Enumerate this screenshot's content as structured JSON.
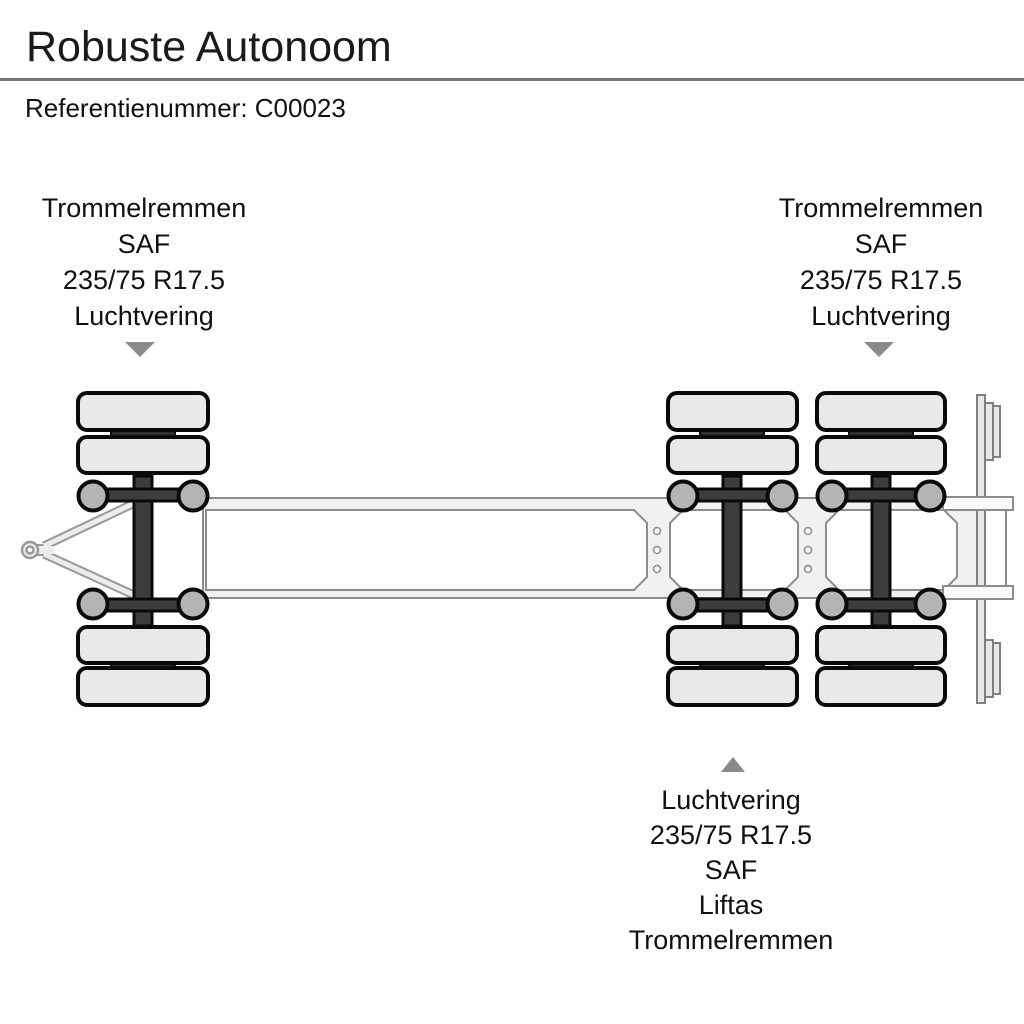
{
  "header": {
    "title": "Robuste Autonoom",
    "reference": "Referentienummer: C00023"
  },
  "annotations": {
    "front_axle": {
      "lines": [
        "Trommelremmen",
        "SAF",
        "235/75 R17.5",
        "Luchtvering"
      ]
    },
    "rear_axle": {
      "lines": [
        "Trommelremmen",
        "SAF",
        "235/75 R17.5",
        "Luchtvering"
      ]
    },
    "lift_axle": {
      "lines": [
        "Luchtvering",
        "235/75 R17.5",
        "SAF",
        "Liftas",
        "Trommelremmen"
      ]
    }
  },
  "diagram": {
    "axle_count": 3,
    "tires_per_axle": 4,
    "colors": {
      "tire": "#e9e9e9",
      "axle_beam": "#3d3d3d",
      "suspension_bellow": "#b4b4b4",
      "chassis": "#f1f1f1",
      "dark_outline": "#0a0a0a",
      "light_outline": "#8c8c8c",
      "pointer_arrow": "#8a8a8a",
      "divider": "#7a7a7a"
    }
  }
}
